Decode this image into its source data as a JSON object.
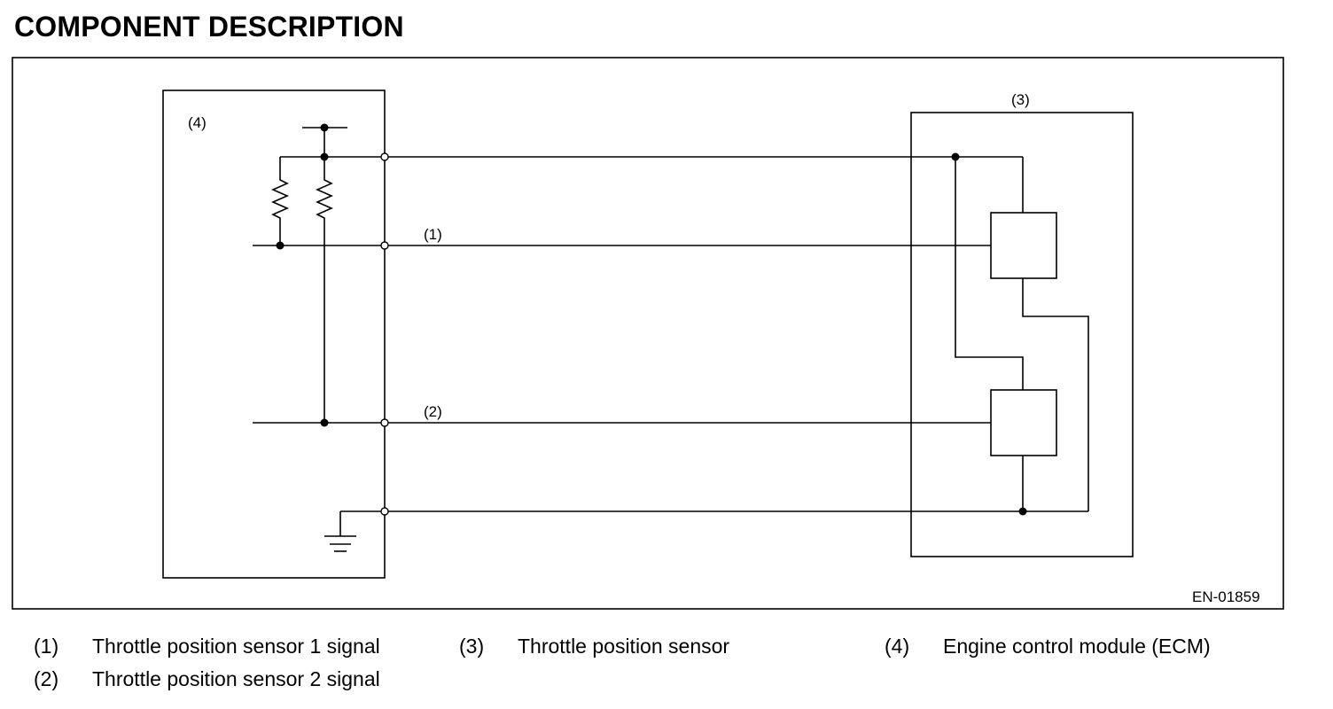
{
  "title": "COMPONENT DESCRIPTION",
  "diagram": {
    "figure_id": "EN-01859",
    "callouts": {
      "c1": "(1)",
      "c2": "(2)",
      "c3": "(3)",
      "c4": "(4)"
    }
  },
  "legend": [
    {
      "num": "(1)",
      "text": "Throttle position sensor 1 signal"
    },
    {
      "num": "(2)",
      "text": "Throttle position sensor 2 signal"
    },
    {
      "num": "(3)",
      "text": "Throttle position sensor"
    },
    {
      "num": "(4)",
      "text": "Engine control module (ECM)"
    }
  ]
}
